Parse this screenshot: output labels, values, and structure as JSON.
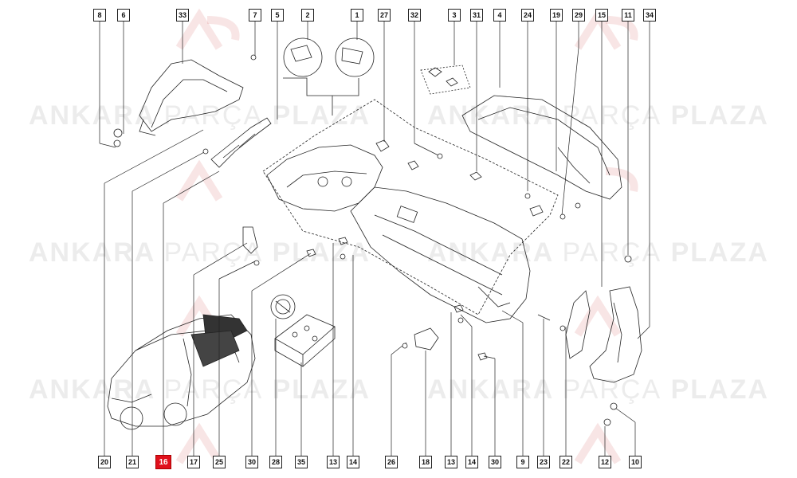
{
  "watermark": {
    "word1": "ANKARA",
    "word2": "PARÇA",
    "word3": "PLAZA"
  },
  "highlight_color": "#e0101c",
  "top_labels": [
    "8",
    "6",
    "33",
    "7",
    "5",
    "2",
    "1",
    "27",
    "32",
    "3",
    "31",
    "4",
    "24",
    "19",
    "29",
    "15",
    "11",
    "34"
  ],
  "bottom_labels": [
    "20",
    "21",
    "16",
    "17",
    "25",
    "30",
    "28",
    "35",
    "13",
    "14",
    "26",
    "18",
    "13",
    "14",
    "30",
    "9",
    "23",
    "22",
    "12",
    "10"
  ],
  "selected_label": "16"
}
